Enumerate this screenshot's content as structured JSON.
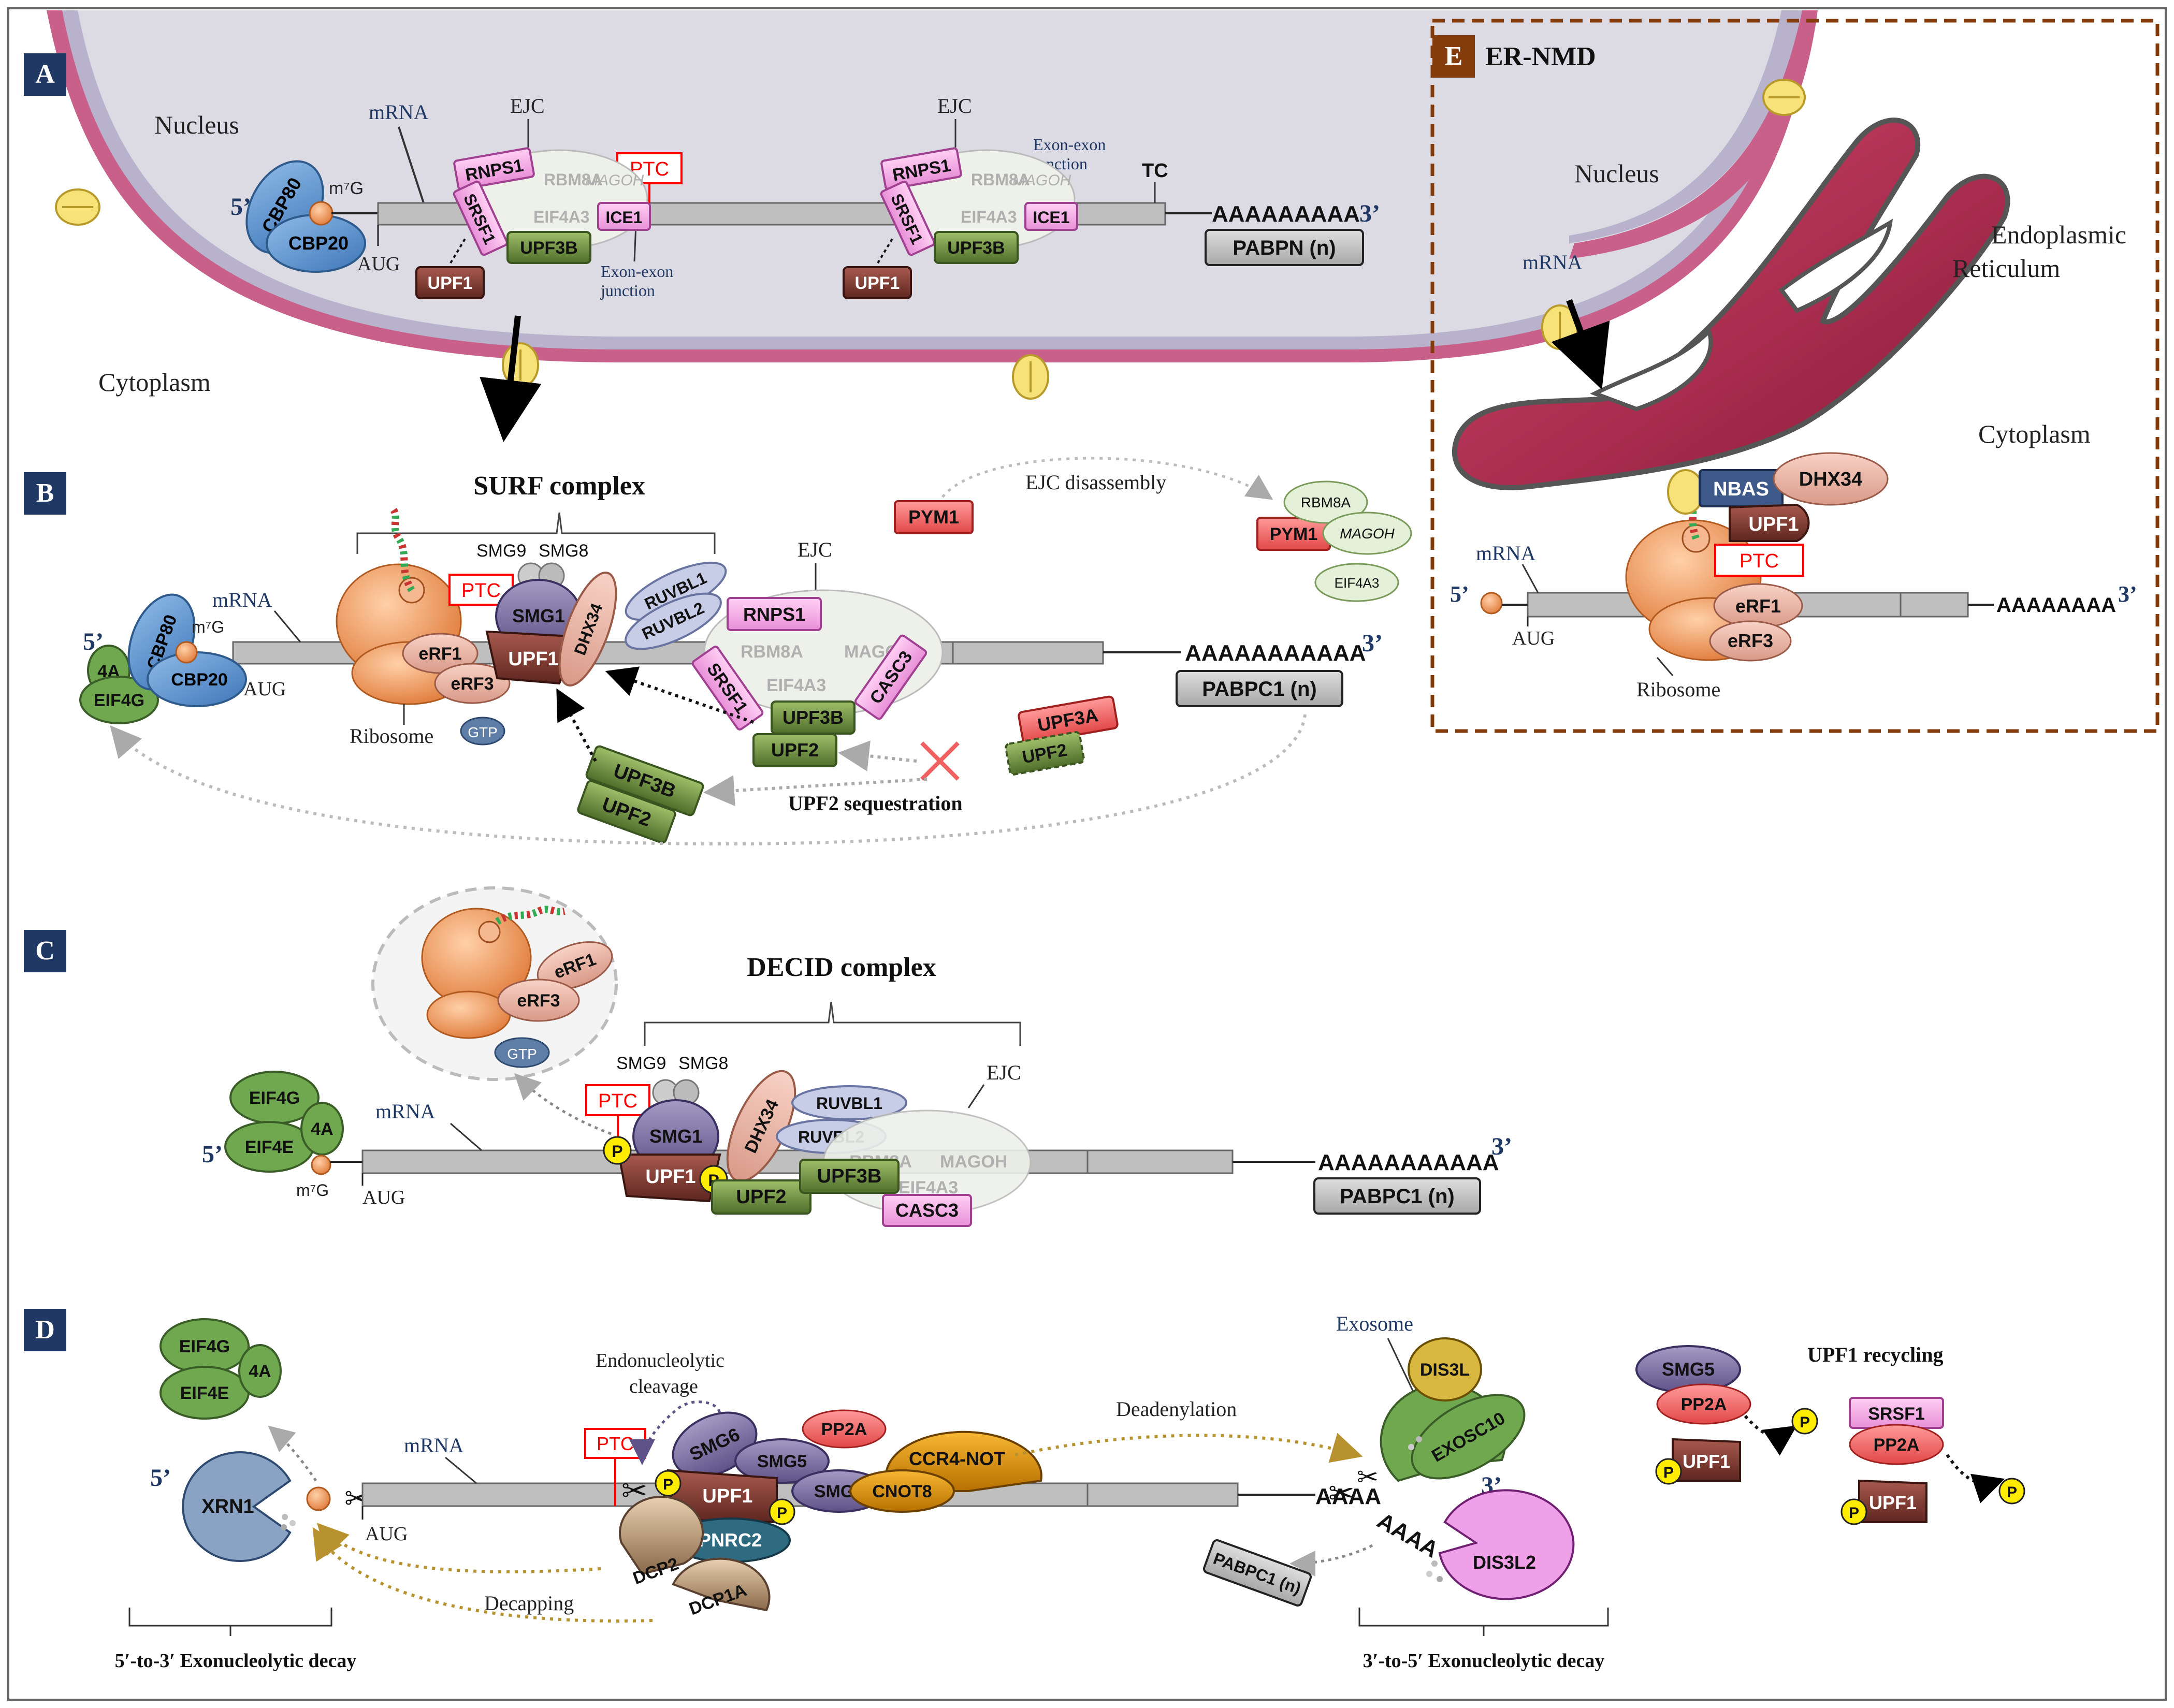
{
  "panels": {
    "A": "A",
    "B": "B",
    "C": "C",
    "D": "D",
    "E": "E"
  },
  "compartments": {
    "nucleus": "Nucleus",
    "cytoplasm": "Cytoplasm",
    "er_line1": "Endoplasmic",
    "er_line2": "Reticulum"
  },
  "common": {
    "mrna": "mRNA",
    "five": "5’",
    "three": "3’",
    "aug": "AUG",
    "m7g": "m⁷G",
    "ejc": "EJC",
    "tc": "TC",
    "ptc": "PTC",
    "ribosome": "Ribosome",
    "gtp": "GTP",
    "p": "P",
    "exon_junction_line1": "Exon-exon",
    "exon_junction_line2": "junction",
    "polyA9": "AAAAAAAAA",
    "polyA8": "AAAAAAAA",
    "polyA11": "AAAAAAAAAAA",
    "aaaa": "AAAA"
  },
  "proteins": {
    "CBP80": "CBP80",
    "CBP20": "CBP20",
    "RNPS1": "RNPS1",
    "SRSF1": "SRSF1",
    "RBM8A": "RBM8A",
    "MAGOH": "MAGOH",
    "EIF4A3": "EIF4A3",
    "ICE1": "ICE1",
    "UPF3B": "UPF3B",
    "UPF1": "UPF1",
    "UPF2": "UPF2",
    "UPF3A": "UPF3A",
    "PABPN": "PABPN (n)",
    "PABPC1": "PABPC1 (n)",
    "SMG1": "SMG1",
    "SMG5": "SMG5",
    "SMG6": "SMG6",
    "SMG7": "SMG7",
    "SMG8": "SMG8",
    "SMG9": "SMG9",
    "DHX34": "DHX34",
    "RUVBL1": "RUVBL1",
    "RUVBL2": "RUVBL2",
    "eRF1": "eRF1",
    "eRF3": "eRF3",
    "EIF4G": "EIF4G",
    "EIF4E": "EIF4E",
    "A4": "4A",
    "CASC3": "CASC3",
    "PYM1": "PYM1",
    "NBAS": "NBAS",
    "PP2A": "PP2A",
    "CCR4NOT": "CCR4-NOT",
    "CNOT8": "CNOT8",
    "PNRC2": "PNRC2",
    "DCP2": "DCP2",
    "DCP1A": "DCP1A",
    "XRN1": "XRN1",
    "DIS3L": "DIS3L",
    "EXOSC10": "EXOSC10",
    "DIS3L2": "DIS3L2"
  },
  "panel_b": {
    "title": "SURF complex",
    "ejc_disassembly": "EJC disassembly",
    "upf2_sequestration": "UPF2 sequestration"
  },
  "panel_c": {
    "title": "DECID complex"
  },
  "panel_d": {
    "endo_line1": "Endonucleolytic",
    "endo_line2": "cleavage",
    "deadenylation": "Deadenylation",
    "exosome": "Exosome",
    "upf1_recycling": "UPF1 recycling",
    "decapping": "Decapping",
    "decay_53": "5′-to-3′ Exonucleolytic decay",
    "decay_35": "3′-to-5′ Exonucleolytic decay"
  },
  "panel_e": {
    "title": "ER-NMD"
  },
  "colors": {
    "panel_badge": "#1f3864",
    "er_badge": "#843c0c",
    "membrane": "#c05080",
    "nucleus_fill": "#dcdae3",
    "mrna": "#bfbfbf",
    "upf_green": "#6d8a3a",
    "upf1_brown": "#7b3a32",
    "pink": "#f09be0",
    "ptc_red": "#ff0000",
    "ribosome": "#f0a060",
    "cbp_blue": "#5b8fc9",
    "eif_green": "#5e9a45",
    "er": "#b0294e"
  }
}
